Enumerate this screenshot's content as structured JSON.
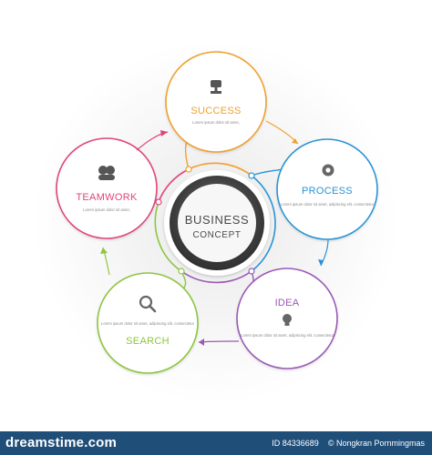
{
  "center": {
    "line1": "BUSINESS",
    "line2": "CONCEPT"
  },
  "nodes": [
    {
      "key": "success",
      "title": "SUCCESS",
      "desc": "Lorem ipsum dolor sit amet,",
      "color": "#f0a030",
      "icon": "trophy-icon"
    },
    {
      "key": "process",
      "title": "PROCESS",
      "desc": "Lorem ipsum dolor sit amet, adipiscing elit. consectetur",
      "color": "#2a93d5",
      "icon": "gear-icon"
    },
    {
      "key": "idea",
      "title": "IDEA",
      "desc": "Lorem ipsum dolor sit amet, adipiscing elit. consectetur",
      "color": "#9b59b6",
      "icon": "lightbulb-icon"
    },
    {
      "key": "search",
      "title": "SEARCH",
      "desc": "Lorem ipsum dolor sit amet, adipiscing elit. consectetur",
      "color": "#8dc63f",
      "icon": "magnifier-icon"
    },
    {
      "key": "teamwork",
      "title": "TEAMWORK",
      "desc": "Lorem ipsum dolor sit amet,",
      "color": "#e0457b",
      "icon": "people-icon"
    }
  ],
  "footer": {
    "site": "dreamstime.com",
    "id_text": "ID 84336689",
    "credit": "© Nongkran Pornmingmas"
  }
}
